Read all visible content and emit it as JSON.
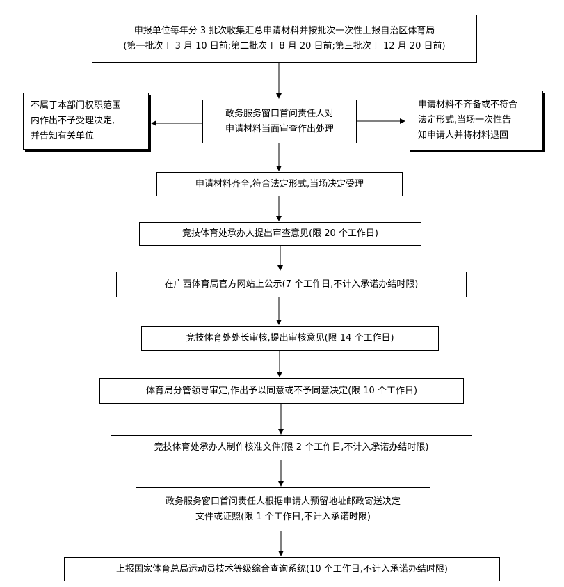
{
  "steps": {
    "s1": {
      "line1": "申报单位每年分 3 批次收集汇总申请材料并按批次一次性上报自治区体育局",
      "line2": "(第一批次于 3 月 10 日前;第二批次于 8 月 20 日前;第三批次于 12 月 20 日前)"
    },
    "s2": {
      "line1": "政务服务窗口首问责任人对",
      "line2": "申请材料当面审查作出处理"
    },
    "left": {
      "line1": "不属于本部门权职范围",
      "line2": "内作出不予受理决定,",
      "line3": "并告知有关单位"
    },
    "right": {
      "line1": "申请材料不齐备或不符合",
      "line2": "法定形式,当场一次性告",
      "line3": "知申请人并将材料退回"
    },
    "s3": "申请材料齐全,符合法定形式,当场决定受理",
    "s4": "竞技体育处承办人提出审查意见(限 20 个工作日)",
    "s5": "在广西体育局官方网站上公示(7 个工作日,不计入承诺办结时限)",
    "s6": "竞技体育处处长审核,提出审核意见(限 14 个工作日)",
    "s7": "体育局分管领导审定,作出予以同意或不予同意决定(限 10 个工作日)",
    "s8": "竞技体育处承办人制作核准文件(限 2 个工作日,不计入承诺办结时限)",
    "s9": {
      "line1": "政务服务窗口首问责任人根据申请人预留地址邮政寄送决定",
      "line2": "文件或证照(限 1 个工作日,不计入承诺时限)"
    },
    "s10": "上报国家体育总局运动员技术等级综合查询系统(10 个工作日,不计入承诺办结时限)"
  }
}
